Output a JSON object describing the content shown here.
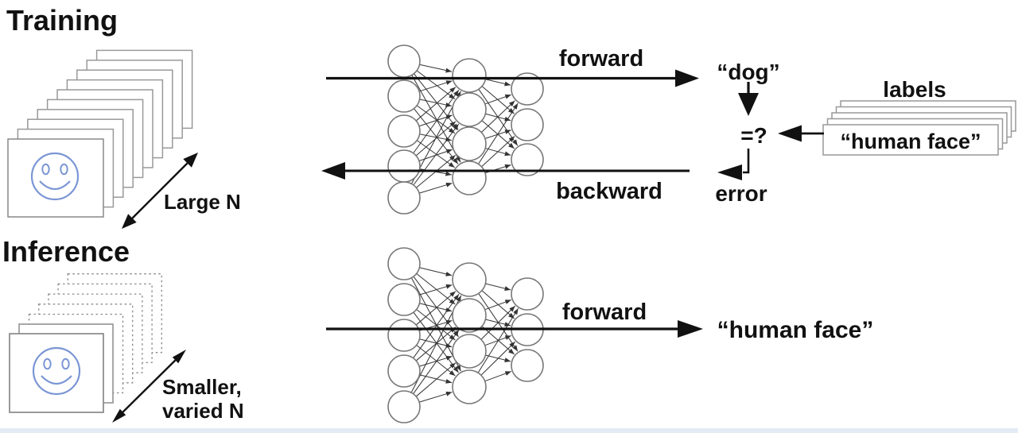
{
  "diagram": {
    "training": {
      "heading": "Training",
      "dataset_label": "Large N",
      "image_count": 10,
      "forward_label": "forward",
      "backward_label": "backward",
      "prediction": "“dog”",
      "comparison": "=?",
      "error_label": "error",
      "labels_title": "labels",
      "label_card": "“human face”",
      "label_card_count": 5
    },
    "inference": {
      "heading": "Inference",
      "dataset_label_line1": "Smaller,",
      "dataset_label_line2": "varied N",
      "solid_image_count": 2,
      "dashed_image_count": 5,
      "forward_label": "forward",
      "prediction": "“human face”"
    },
    "network": {
      "layer_sizes": [
        5,
        4,
        3
      ]
    },
    "colors": {
      "text": "#111111",
      "arrow": "#111111",
      "node_stroke": "#777777",
      "node_fill": "#ffffff",
      "edge": "#333333",
      "rect_stroke": "#999999",
      "rect_front_stroke": "#888888",
      "card_stroke": "#999999",
      "smiley": "#7b96d4",
      "bottom_strip": "#e3ebf4"
    }
  }
}
